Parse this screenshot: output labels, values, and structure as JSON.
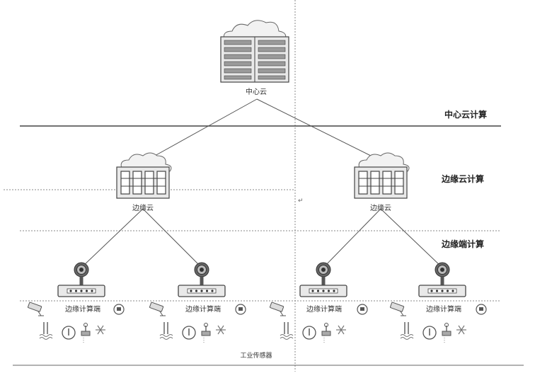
{
  "tiers": {
    "center": "中心云计算",
    "edge_cloud": "边缘云计算",
    "edge_device": "边缘端计算"
  },
  "nodes": {
    "center_cloud": "中心云",
    "edge_cloud_left": "边缘云",
    "edge_cloud_right": "边缘云",
    "edge_terminals": [
      "边缘计算端",
      "边缘计算端",
      "边缘计算端",
      "边缘计算端"
    ]
  },
  "footer": {
    "sensors": "工业传感器"
  },
  "colors": {
    "line": "#555555",
    "device_fill": "#e9e9e9",
    "device_stroke": "#444444"
  },
  "icons": [
    "camera-icon",
    "plug-icon",
    "water-level-icon",
    "meter-icon",
    "valve-icon",
    "snowflake-icon",
    "antenna-icon",
    "router-icon",
    "server-rack-icon",
    "cloud-icon"
  ]
}
